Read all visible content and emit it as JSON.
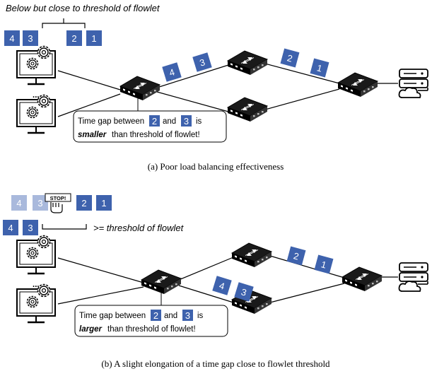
{
  "panel_a": {
    "threshold_note": "Below but close to threshold of flowlet",
    "left_packets": [
      "4",
      "3"
    ],
    "right_packets": [
      "2",
      "1"
    ],
    "dots": "...",
    "link_packets_upper": [
      "4",
      "3"
    ],
    "link_packets_right": [
      "2",
      "1"
    ],
    "callout": {
      "prefix": "Time gap between",
      "pkt_a": "2",
      "and": "and",
      "pkt_b": "3",
      "is": "is",
      "emph": "smaller",
      "suffix": "than threshold of flowlet!"
    },
    "caption": "(a)  Poor load balancing effectiveness"
  },
  "panel_b": {
    "faded_packets": [
      "4",
      "3"
    ],
    "stop_label": "STOP!",
    "top_packets": [
      "2",
      "1"
    ],
    "bottom_packets": [
      "4",
      "3"
    ],
    "threshold_note": ">= threshold of flowlet",
    "dots": "...",
    "link_packets_upper": [
      "2",
      "1"
    ],
    "link_packets_lower": [
      "4",
      "3"
    ],
    "callout": {
      "prefix": "Time gap between",
      "pkt_a": "2",
      "and": "and",
      "pkt_b": "3",
      "is": "is",
      "emph": "larger",
      "suffix": "than threshold of flowlet!"
    },
    "caption": "(b)  A slight elongation of a time gap close to flowlet threshold"
  },
  "colors": {
    "packet": "#3e62ad",
    "packet_faded": "#a9b9dc",
    "switch": "#111111",
    "line": "#000000"
  },
  "icons": [
    "computer-gear-icon",
    "switch-icon",
    "server-icon",
    "stop-hand-icon"
  ]
}
